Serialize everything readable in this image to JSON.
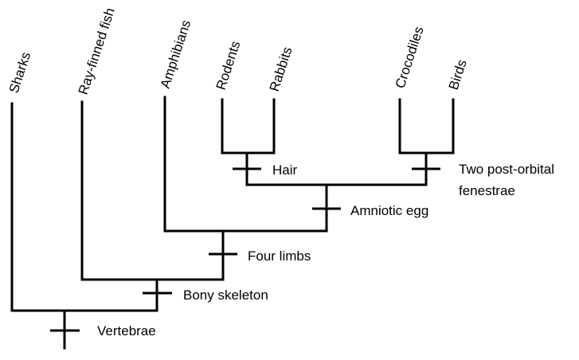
{
  "taxa": {
    "sharks": "Sharks",
    "ray_finned_fish": "Ray-finned fish",
    "amphibians": "Amphibians",
    "rodents": "Rodents",
    "rabbits": "Rabbits",
    "crocodiles": "Crocodiles",
    "birds": "Birds"
  },
  "traits": {
    "vertebrae": "Vertebrae",
    "bony_skeleton": "Bony skeleton",
    "four_limbs": "Four limbs",
    "amniotic_egg": "Amniotic egg",
    "hair": "Hair",
    "two_post_orbital_line1": "Two post-orbital",
    "two_post_orbital_line2": "fenestrae"
  }
}
